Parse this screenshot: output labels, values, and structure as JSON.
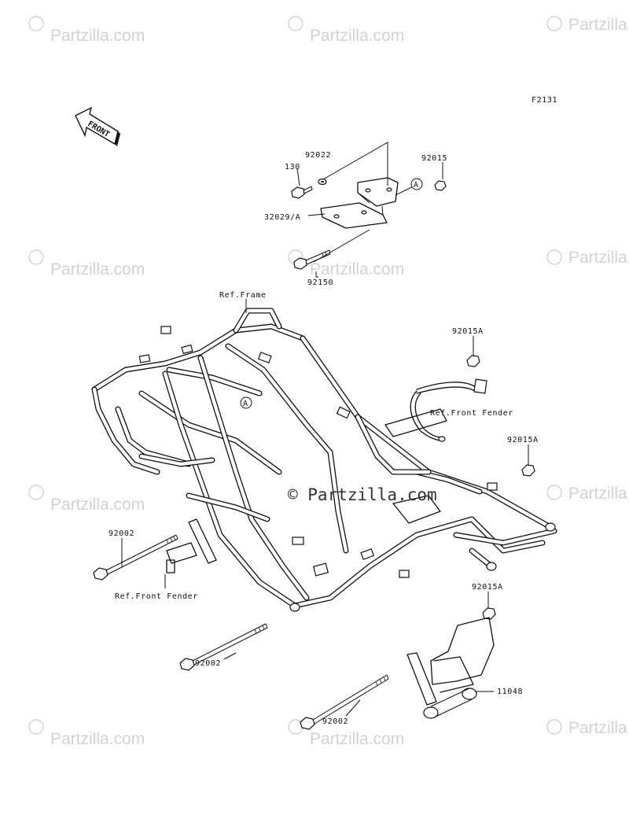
{
  "diagram_code": "F2131",
  "front_arrow_label": "FRONT",
  "watermark_text": "Partzilla.com",
  "center_watermark_text": "© Partzilla.com",
  "callout_letter": "A",
  "parts": {
    "p92022": "92022",
    "p92015": "92015",
    "p130": "130",
    "p32029": "32029/A",
    "p92150": "92150",
    "ref_frame": "Ref.Frame",
    "p92015a_1": "92015A",
    "ref_front_fender_1": "Ref.Front Fender",
    "p92015a_2": "92015A",
    "p92002_1": "92002",
    "ref_front_fender_2": "Ref.Front Fender",
    "p92015a_3": "92015A",
    "p92002_2": "92002",
    "p11048": "11048",
    "p92002_3": "92002"
  },
  "colors": {
    "ink": "#111111",
    "watermark": "#d2d2d2",
    "background": "#ffffff"
  }
}
